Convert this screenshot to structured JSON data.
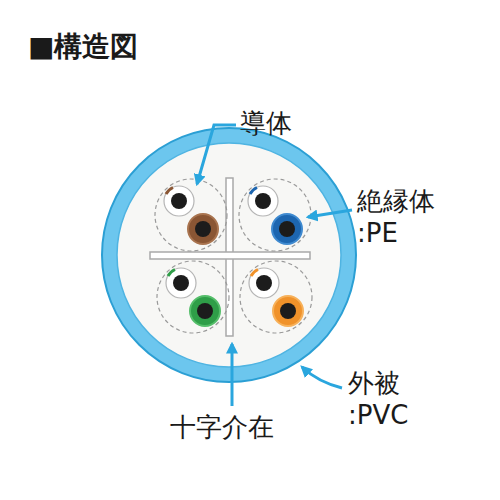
{
  "diagram": {
    "title": "■構造図",
    "labels": [
      "導体",
      "絶縁体 :PE",
      "外被 :PVC",
      "十字介在"
    ]
  }
}
